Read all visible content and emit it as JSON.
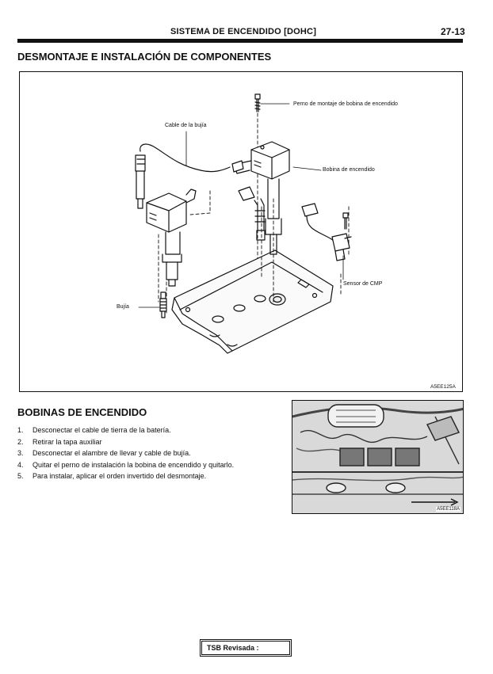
{
  "header": {
    "section": "SISTEMA DE ENCENDIDO [DOHC]",
    "page_number": "27-13"
  },
  "title": "DESMONTAJE E INSTALACIÓN DE COMPONENTES",
  "figure": {
    "labels": {
      "bolt": "Perno de montaje de bobina de encendido",
      "plug_cable": "Cable de la bujía",
      "coil": "Bobina de encendido",
      "cmp_sensor": "Sensor de CMP",
      "spark_plug": "Bujía"
    },
    "code": "A5EE125A"
  },
  "section2": {
    "title": "BOBINAS DE ENCENDIDO",
    "steps": [
      {
        "n": "1.",
        "text": "Desconectar el cable de tierra de la batería."
      },
      {
        "n": "2.",
        "text": "Retirar la tapa auxiliar"
      },
      {
        "n": "3.",
        "text": "Desconectar el alambre de llevar y cable de bujía."
      },
      {
        "n": "4.",
        "text": "Quitar el perno de instalación la bobina de encendido y quitarlo."
      },
      {
        "n": "5.",
        "text": "Para instalar, aplicar el orden invertido del desmontaje."
      }
    ]
  },
  "photo": {
    "code": "A5EE118A"
  },
  "footer": {
    "tsb": "TSB Revisada :"
  }
}
